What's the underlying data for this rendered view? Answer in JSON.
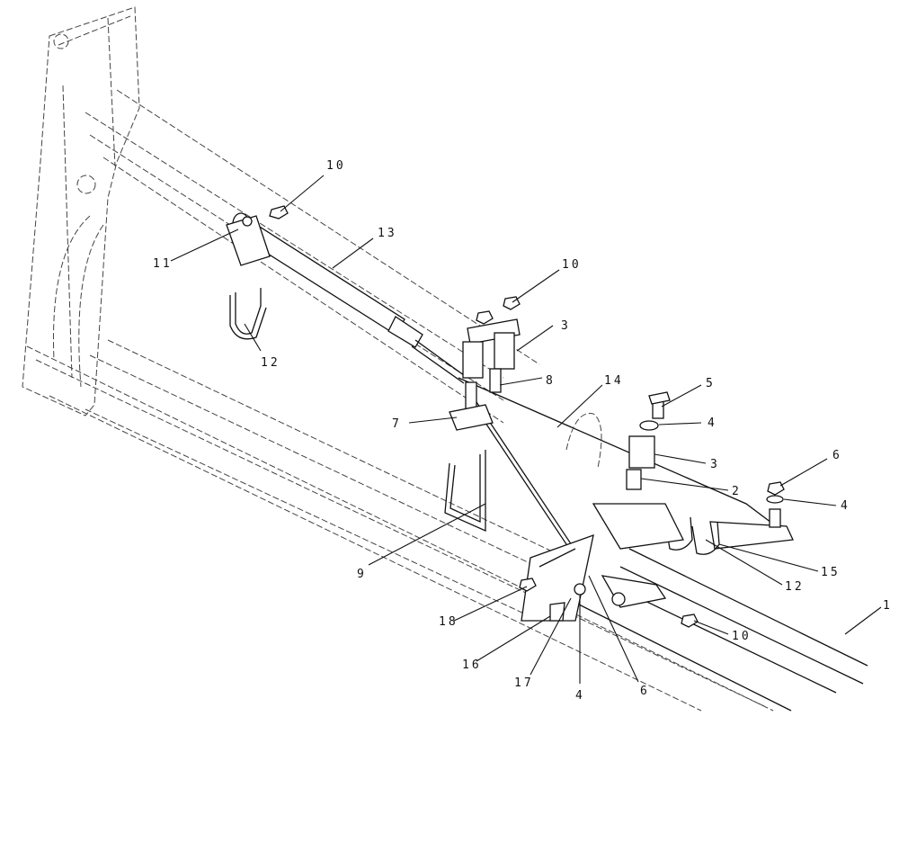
{
  "callouts": {
    "c1": "1",
    "c2": "2",
    "c3a": "3",
    "c3b": "3",
    "c4a": "4",
    "c4b": "4",
    "c4c": "4",
    "c5": "5",
    "c6a": "6",
    "c6b": "6",
    "c7": "7",
    "c8": "8",
    "c9": "9",
    "c10a": "10",
    "c10b": "10",
    "c10c": "10",
    "c11": "11",
    "c12a": "12",
    "c12b": "12",
    "c13": "13",
    "c14": "14",
    "c15": "15",
    "c16": "16",
    "c17": "17",
    "c18": "18"
  }
}
